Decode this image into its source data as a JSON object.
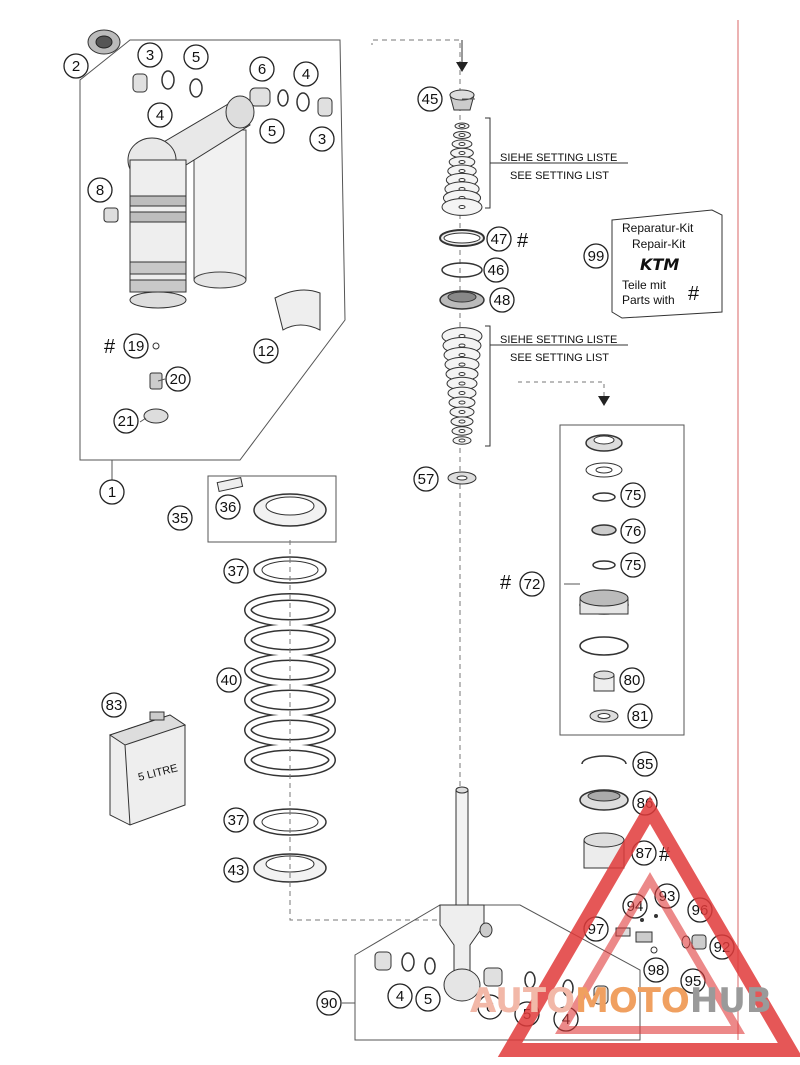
{
  "setting_note": {
    "de": "SIEHE SETTING LISTE",
    "en": "SEE SETTING LIST"
  },
  "repair_kit": {
    "line1": "Reparatur-Kit",
    "line2": "Repair-Kit",
    "brand": "KTM",
    "line3": "Teile mit",
    "line4": "Parts with",
    "symbol": "#"
  },
  "oil_can_label": "5 LITRE",
  "callouts": [
    {
      "id": "c2",
      "text": "2"
    },
    {
      "id": "c3a",
      "text": "3"
    },
    {
      "id": "c5a",
      "text": "5"
    },
    {
      "id": "c6a",
      "text": "6"
    },
    {
      "id": "c4a",
      "text": "4"
    },
    {
      "id": "c4b",
      "text": "4"
    },
    {
      "id": "c5b",
      "text": "5"
    },
    {
      "id": "c3b",
      "text": "3"
    },
    {
      "id": "c8",
      "text": "8"
    },
    {
      "id": "c19",
      "text": "19"
    },
    {
      "id": "c20",
      "text": "20"
    },
    {
      "id": "c21",
      "text": "21"
    },
    {
      "id": "c12",
      "text": "12"
    },
    {
      "id": "c1",
      "text": "1"
    },
    {
      "id": "c35",
      "text": "35"
    },
    {
      "id": "c36",
      "text": "36"
    },
    {
      "id": "c37a",
      "text": "37"
    },
    {
      "id": "c40",
      "text": "40"
    },
    {
      "id": "c37b",
      "text": "37"
    },
    {
      "id": "c43",
      "text": "43"
    },
    {
      "id": "c83",
      "text": "83"
    },
    {
      "id": "c45",
      "text": "45"
    },
    {
      "id": "c47",
      "text": "47"
    },
    {
      "id": "c46",
      "text": "46"
    },
    {
      "id": "c48",
      "text": "48"
    },
    {
      "id": "c57",
      "text": "57"
    },
    {
      "id": "c99",
      "text": "99"
    },
    {
      "id": "c75a",
      "text": "75"
    },
    {
      "id": "c76",
      "text": "76"
    },
    {
      "id": "c75b",
      "text": "75"
    },
    {
      "id": "c72",
      "text": "72"
    },
    {
      "id": "c80",
      "text": "80"
    },
    {
      "id": "c81",
      "text": "81"
    },
    {
      "id": "c85",
      "text": "85"
    },
    {
      "id": "c86",
      "text": "86"
    },
    {
      "id": "c87",
      "text": "87"
    },
    {
      "id": "c93",
      "text": "93"
    },
    {
      "id": "c94",
      "text": "94"
    },
    {
      "id": "c96",
      "text": "96"
    },
    {
      "id": "c97",
      "text": "97"
    },
    {
      "id": "c92",
      "text": "92"
    },
    {
      "id": "c98",
      "text": "98"
    },
    {
      "id": "c95",
      "text": "95"
    },
    {
      "id": "c90",
      "text": "90"
    },
    {
      "id": "c4c",
      "text": "4"
    },
    {
      "id": "c5c",
      "text": "5"
    },
    {
      "id": "c6b",
      "text": "6"
    },
    {
      "id": "c5d",
      "text": "5"
    },
    {
      "id": "c4d",
      "text": "4"
    }
  ],
  "hash_marks": {
    "h19": "#",
    "h47": "#",
    "h72": "#",
    "h87": "#"
  },
  "watermark": {
    "part1": "AUTO",
    "part2": "MOTO",
    "part3": "HUB",
    "colors": {
      "auto": "#f2b8a8",
      "moto": "#f0a060",
      "hub": "#9a9a9a",
      "triangle": "#e03a3a"
    }
  }
}
